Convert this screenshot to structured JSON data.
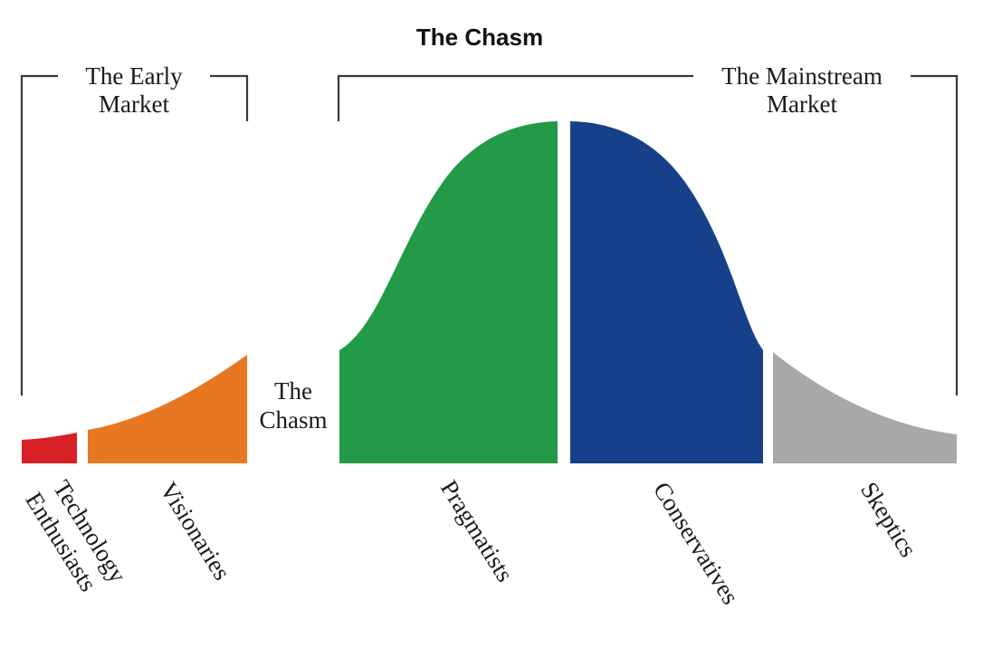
{
  "title": "The Chasm",
  "early_market_label": [
    "The Early",
    "Market"
  ],
  "mainstream_market_label": [
    "The Mainstream",
    "Market"
  ],
  "chasm_label": [
    "The",
    "Chasm"
  ],
  "segments": [
    {
      "name": "technology-enthusiasts",
      "label": [
        "Technology",
        "Enthusiasts"
      ],
      "color": "#d81f26"
    },
    {
      "name": "visionaries",
      "label": [
        "Visionaries"
      ],
      "color": "#e87722"
    },
    {
      "name": "pragmatists",
      "label": [
        "Pragmatists"
      ],
      "color": "#239a48"
    },
    {
      "name": "conservatives",
      "label": [
        "Conservatives"
      ],
      "color": "#16408a"
    },
    {
      "name": "skeptics",
      "label": [
        "Skeptics"
      ],
      "color": "#a8a8a8"
    }
  ]
}
